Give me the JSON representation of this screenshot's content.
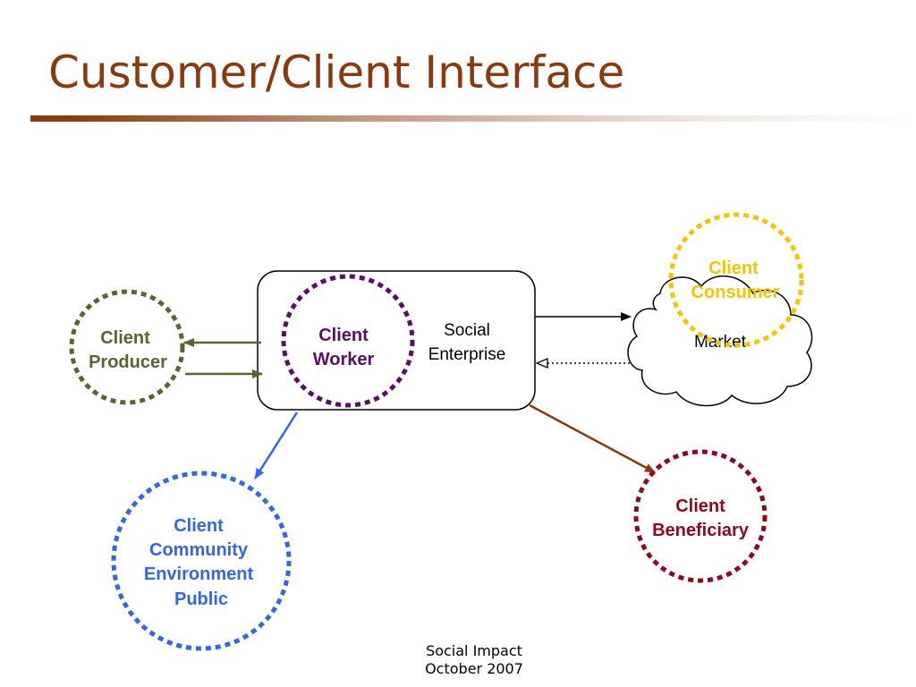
{
  "slide": {
    "title": "Customer/Client Interface",
    "footer": {
      "line1": "Social Impact",
      "line2": "October 2007"
    }
  },
  "colors": {
    "title": "#8B3A0E",
    "producer": "#5E6130",
    "worker": "#5B0F63",
    "consumer": "#F2C500",
    "community": "#3366E6",
    "beneficiary": "#8B0A1E",
    "beneficiary_arrow": "#8B3A0E"
  },
  "diagram": {
    "social_enterprise": {
      "line1": "Social",
      "line2": "Enterprise"
    },
    "client_worker": {
      "line1": "Client",
      "line2": "Worker"
    },
    "client_producer": {
      "line1": "Client",
      "line2": "Producer"
    },
    "market": {
      "label": "Market"
    },
    "client_consumer": {
      "line1": "Client",
      "line2": "Consumer"
    },
    "client_community": {
      "line1": "Client",
      "line2": "Community",
      "line3": "Environment",
      "line4": "Public"
    },
    "client_beneficiary": {
      "line1": "Client",
      "line2": "Beneficiary"
    }
  }
}
